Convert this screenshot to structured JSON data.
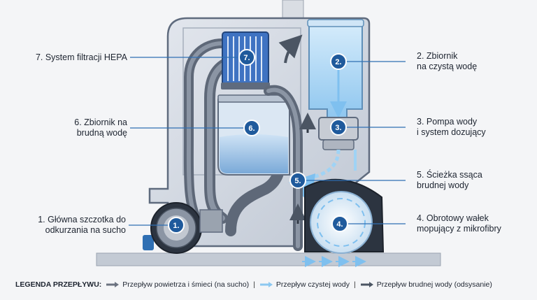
{
  "labels": {
    "l7": "7. System filtracji HEPA",
    "l6": "6. Zbiornik na\nbrudną wodę",
    "l1": "1. Główna szczotka do\nodkurzania na sucho",
    "l2": "2. Zbiornik\nna czystą wodę",
    "l3": "3. Pompa wody\ni system dozujący",
    "l5": "5. Ścieżka ssąca\nbrudnej wody",
    "l4": "4. Obrotowy wałek\nmopujący z mikrofibry"
  },
  "badges": {
    "b1": "1.",
    "b2": "2.",
    "b3": "3.",
    "b4": "4.",
    "b5": "5.",
    "b6": "6.",
    "b7": "7."
  },
  "legend": {
    "title": "LEGENDA PRZEPŁYWU:",
    "items": [
      {
        "label": "Przepływ powietrza i śmieci (na sucho)",
        "color": "#6b7280"
      },
      {
        "label": "Przepływ czystej wody",
        "color": "#8cc8f0"
      },
      {
        "label": "Przepływ brudnej wody (odsysanie)",
        "color": "#4b5563"
      }
    ],
    "separator": "|"
  },
  "colors": {
    "body": "#d3d9e2",
    "frame": "#5f6b7e",
    "clean_water": "#a8d4f3",
    "dirty_water": "#6fa3d6",
    "badge": "#1f5a9c",
    "callout_line": "#2f6fb3",
    "duct": "#4b5563"
  }
}
